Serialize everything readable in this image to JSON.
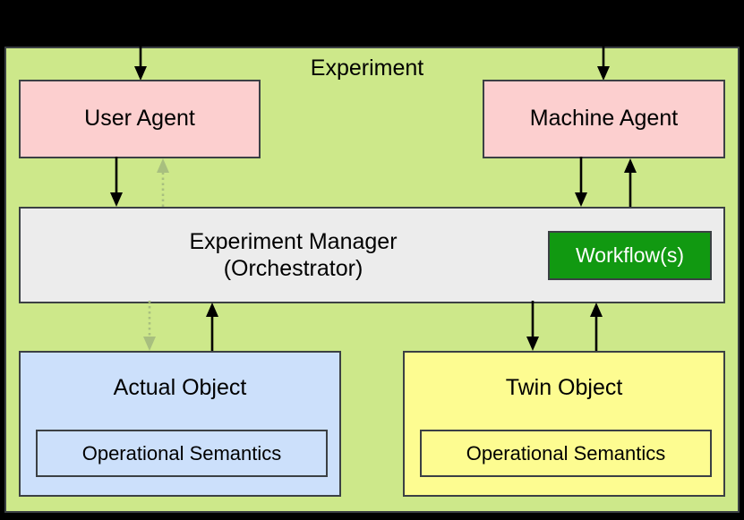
{
  "diagram": {
    "title": "Experiment",
    "background_color": "#000000",
    "frame_color": "#cde88a",
    "nodes": {
      "user_agent": {
        "label": "User Agent",
        "color": "#fccfcf"
      },
      "machine_agent": {
        "label": "Machine Agent",
        "color": "#fccfcf"
      },
      "experiment_manager": {
        "label": "Experiment Manager\n(Orchestrator)",
        "color": "#ececec"
      },
      "workflows": {
        "label": "Workflow(s)",
        "color": "#119911",
        "text_color": "#ffffff"
      },
      "actual_object": {
        "label": "Actual Object",
        "color": "#cce0fb",
        "inner": {
          "label": "Operational Semantics"
        }
      },
      "twin_object": {
        "label": "Twin Object",
        "color": "#fdfc91",
        "inner": {
          "label": "Operational Semantics"
        }
      }
    },
    "edges": [
      {
        "name": "external-to-user-agent",
        "style": "solid",
        "direction": "down"
      },
      {
        "name": "external-to-machine-agent",
        "style": "solid",
        "direction": "down"
      },
      {
        "name": "user-agent-to-manager",
        "style": "solid",
        "direction": "down"
      },
      {
        "name": "manager-to-user-agent",
        "style": "dotted",
        "direction": "up"
      },
      {
        "name": "machine-agent-to-manager",
        "style": "solid",
        "direction": "down"
      },
      {
        "name": "manager-to-machine-agent",
        "style": "solid",
        "direction": "up"
      },
      {
        "name": "manager-to-actual-object",
        "style": "dotted",
        "direction": "down"
      },
      {
        "name": "actual-object-to-manager",
        "style": "solid",
        "direction": "up"
      },
      {
        "name": "manager-to-twin-object",
        "style": "solid",
        "direction": "down"
      },
      {
        "name": "twin-object-to-manager",
        "style": "solid",
        "direction": "up"
      }
    ]
  }
}
